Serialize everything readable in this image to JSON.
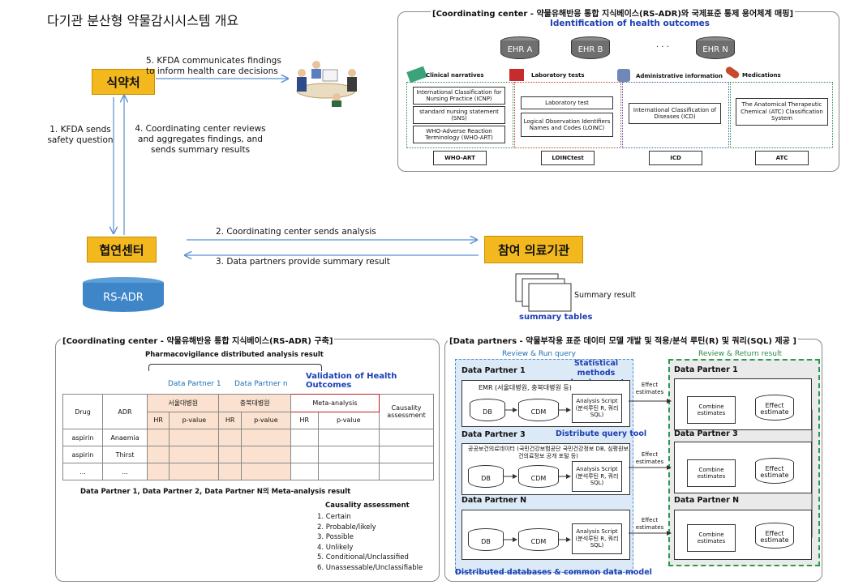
{
  "page_title": "다기관 분산형 약물감시시스템 개요",
  "actors": {
    "kfda": "식약처",
    "center": "협연센터",
    "partners": "참여 의료기관",
    "rsadr": "RS-ADR"
  },
  "flows": {
    "f5": "5. KFDA communicates findings to inform health care decisions",
    "f1": "1. KFDA sends safety question",
    "f4": "4. Coordinating center reviews and aggregates findings, and sends summary results",
    "f2": "2. Coordinating center sends analysis",
    "f3": "3. Data partners provide summary result"
  },
  "summary": {
    "result": "Summary result",
    "tables": "summary tables"
  },
  "mapping_panel": {
    "title": "[Coordinating center - 약물유해반응 통합 지식베이스(RS-ADR)와 국제표준 통제 용어체계 매핑]",
    "subtitle": "Identification of health outcomes",
    "ehr": [
      "EHR A",
      "EHR B",
      "· · ·",
      "EHR N"
    ],
    "categories": [
      "Clinical narratives",
      "Laboratory tests",
      "Administrative information",
      "Medications"
    ],
    "clinical_items": [
      "International Classification for Nursing Practice (ICNP)",
      "standard nursing statement (SNS)",
      "WHO-Adverse Reaction Terminology (WHO-ART)"
    ],
    "lab_items": [
      "Laboratory test",
      "Logical Observation Identifiers Names and Codes (LOINC)"
    ],
    "admin_items": [
      "International Classification of Diseases (ICD)"
    ],
    "med_items": [
      "The Anatomical Therapeutic Chemical (ATC) Classification System"
    ],
    "bottom_labels": [
      "WHO-ART",
      "LOINCtest",
      "ICD",
      "ATC"
    ]
  },
  "rsadr_panel": {
    "title": "[Coordinating  center - 약물유해반응 통합 지식베이스(RS-ADR) 구축]",
    "subtitle": "Pharmacovigilance distributed analysis result",
    "partner1": "Data Partner 1",
    "partnern": "Data Partner n",
    "validation": "Validation of Health Outcomes",
    "headers": {
      "drug": "Drug",
      "adr": "ADR",
      "h1": "서울대병원",
      "h2": "충북대병원",
      "meta": "Meta-analysis",
      "causality": "Causality assessment",
      "hr": "HR",
      "pv": "p-value"
    },
    "rows": [
      [
        "aspirin",
        "Anaemia"
      ],
      [
        "aspirin",
        "Thirst"
      ],
      [
        "...",
        "..."
      ]
    ],
    "meta_note": "Data Partner 1, Data Partner 2, Data Partner N의 Meta-analysis result",
    "causality_title": "Causality assessment",
    "causality_list": [
      "1. Certain",
      "2. Probable/likely",
      "3. Possible",
      "4. Unlikely",
      "5. Conditional/Unclassified",
      "6. Unassessable/Unclassifiable"
    ]
  },
  "dp_panel": {
    "title": "[Data partners - 약물부작용 표준 데이터 모델 개발 및 적용/분석 루틴(R) 및 쿼리(SQL) 제공 ]",
    "review_run": "Review & Run query",
    "review_return": "Review & Return result",
    "stat_methods": "Statistical methods development",
    "distribute": "Distribute query tool",
    "footer": "Distributed databases & common data model",
    "dp1": "Data Partner  1",
    "dp3": "Data Partner  3",
    "dpn": "Data Partner  N",
    "emr": "EMR (서울대병원, 충북대병원 등)",
    "public": "공공보건의료데이터 (국민건강보험공단 국민건강정보 DB, 심평원보건의료정보 공개 포털 등)",
    "db": "DB",
    "cdm": "CDM",
    "script": "Analysis Script (분석루틴 R, 쿼리 SQL)",
    "effect": "Effect estimates",
    "combine": "Combine estimates",
    "effect_est": "Effect estimate"
  }
}
